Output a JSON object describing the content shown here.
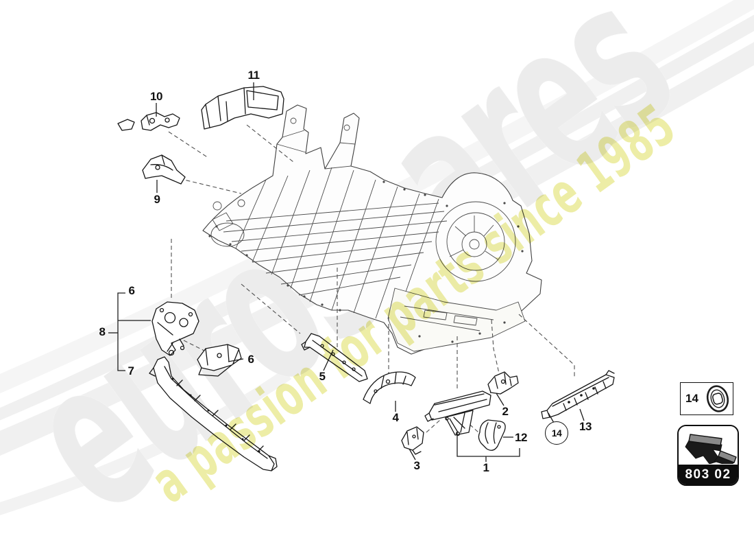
{
  "watermark": {
    "brand": "eurospares",
    "tagline": "a passion for parts since 1985",
    "brand_color": "#ececec",
    "tagline_color": "#ededa6"
  },
  "diagram": {
    "description_icons": [
      "grommet-icon",
      "direction-arrow-icon"
    ],
    "callouts": [
      {
        "label": "1"
      },
      {
        "label": "2"
      },
      {
        "label": "3"
      },
      {
        "label": "4"
      },
      {
        "label": "5"
      },
      {
        "label": "6"
      },
      {
        "label": "6"
      },
      {
        "label": "7"
      },
      {
        "label": "8"
      },
      {
        "label": "9"
      },
      {
        "label": "10"
      },
      {
        "label": "11"
      },
      {
        "label": "12"
      },
      {
        "label": "13"
      },
      {
        "label": "14"
      }
    ],
    "legend": {
      "label": "14",
      "icon": "grommet-icon"
    },
    "badge": {
      "code": "803 02",
      "icon": "direction-arrow-icon"
    }
  },
  "colors": {
    "body_line": "#4a4a4a",
    "part_line": "#161616",
    "dashed_leader": "#4f4f4f",
    "label_text": "#111111"
  }
}
